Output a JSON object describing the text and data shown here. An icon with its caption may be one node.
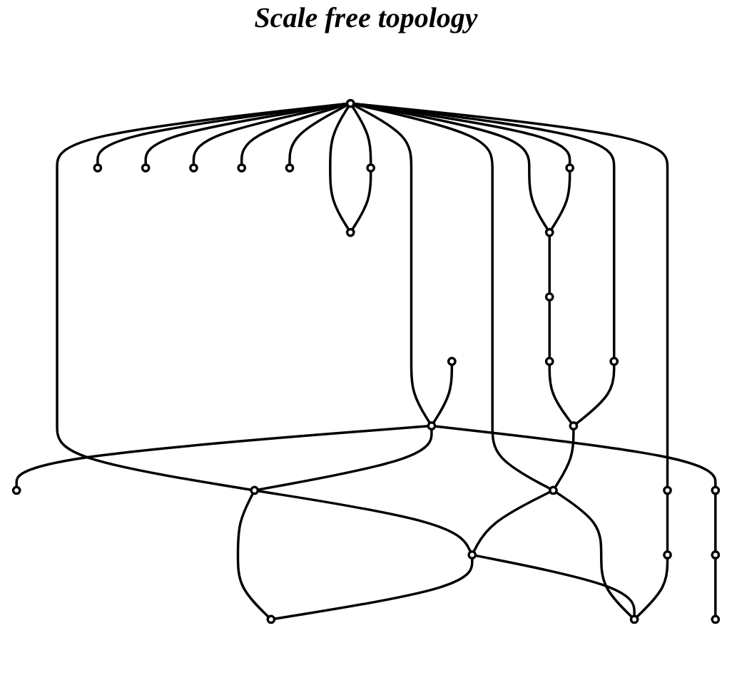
{
  "diagram": {
    "title": "Scale free topology",
    "nodes": [
      {
        "text": [],
        "shape": "circle"
      },
      {
        "text": [],
        "shape": "circle"
      },
      {
        "text": [],
        "shape": "circle"
      },
      {
        "text": [],
        "shape": "circle"
      },
      {
        "text": [],
        "shape": "circle"
      },
      {
        "text": [],
        "shape": "circle"
      },
      {
        "text": [],
        "shape": "circle"
      },
      {
        "text": [],
        "shape": "circle"
      },
      {
        "text": [],
        "shape": "circle"
      },
      {
        "text": [],
        "shape": "circle"
      },
      {
        "text": [],
        "shape": "circle"
      },
      {
        "text": [],
        "shape": "circle"
      },
      {
        "text": [],
        "shape": "circle"
      },
      {
        "text": [],
        "shape": "circle"
      },
      {
        "text": [],
        "shape": "circle"
      },
      {
        "text": [],
        "shape": "circle"
      },
      {
        "text": [],
        "shape": "circle"
      },
      {
        "text": [],
        "shape": "circle"
      },
      {
        "text": [],
        "shape": "circle"
      },
      {
        "text": [],
        "shape": "circle"
      },
      {
        "text": [],
        "shape": "circle"
      },
      {
        "text": [],
        "shape": "circle"
      },
      {
        "text": [],
        "shape": "circle"
      },
      {
        "text": [],
        "shape": "circle"
      },
      {
        "text": [],
        "shape": "circle"
      },
      {
        "text": [],
        "shape": "circle"
      },
      {
        "text": [],
        "shape": "circle"
      }
    ],
    "edges": [
      {
        "from": 10,
        "to": 1,
        "arrow": "none"
      },
      {
        "from": 10,
        "to": 3,
        "arrow": "none"
      },
      {
        "from": 10,
        "to": 5,
        "arrow": "none"
      },
      {
        "from": 10,
        "to": 0,
        "arrow": "none"
      },
      {
        "from": 10,
        "to": 4,
        "arrow": "none"
      },
      {
        "from": 10,
        "to": 6,
        "arrow": "none"
      },
      {
        "from": 10,
        "to": 9,
        "arrow": "none"
      },
      {
        "from": 10,
        "to": 14,
        "arrow": "none"
      },
      {
        "from": 10,
        "to": 15,
        "arrow": "none"
      },
      {
        "from": 10,
        "to": 17,
        "arrow": "none"
      },
      {
        "from": 10,
        "to": 12,
        "arrow": "none"
      },
      {
        "from": 10,
        "to": 16,
        "arrow": "none"
      },
      {
        "from": 10,
        "to": 20,
        "arrow": "none"
      },
      {
        "from": 10,
        "to": 21,
        "arrow": "none"
      },
      {
        "from": 0,
        "to": 4,
        "arrow": "none"
      },
      {
        "from": 4,
        "to": 2,
        "arrow": "none"
      },
      {
        "from": 2,
        "to": 7,
        "arrow": "none"
      },
      {
        "from": 7,
        "to": 11,
        "arrow": "none"
      },
      {
        "from": 6,
        "to": 11,
        "arrow": "none"
      },
      {
        "from": 11,
        "to": 21,
        "arrow": "none"
      },
      {
        "from": 16,
        "to": 14,
        "arrow": "none"
      },
      {
        "from": 8,
        "to": 15,
        "arrow": "none"
      },
      {
        "from": 15,
        "to": 13,
        "arrow": "none"
      },
      {
        "from": 15,
        "to": 17,
        "arrow": "none"
      },
      {
        "from": 15,
        "to": 19,
        "arrow": "none"
      },
      {
        "from": 19,
        "to": 18,
        "arrow": "none"
      },
      {
        "from": 18,
        "to": 22,
        "arrow": "none"
      },
      {
        "from": 17,
        "to": 24,
        "arrow": "none"
      },
      {
        "from": 17,
        "to": 25,
        "arrow": "none"
      },
      {
        "from": 24,
        "to": 25,
        "arrow": "none"
      },
      {
        "from": 21,
        "to": 24,
        "arrow": "none"
      },
      {
        "from": 21,
        "to": 26,
        "arrow": "none"
      },
      {
        "from": 24,
        "to": 26,
        "arrow": "none"
      },
      {
        "from": 20,
        "to": 23,
        "arrow": "none"
      },
      {
        "from": 23,
        "to": 26,
        "arrow": "none"
      }
    ]
  }
}
